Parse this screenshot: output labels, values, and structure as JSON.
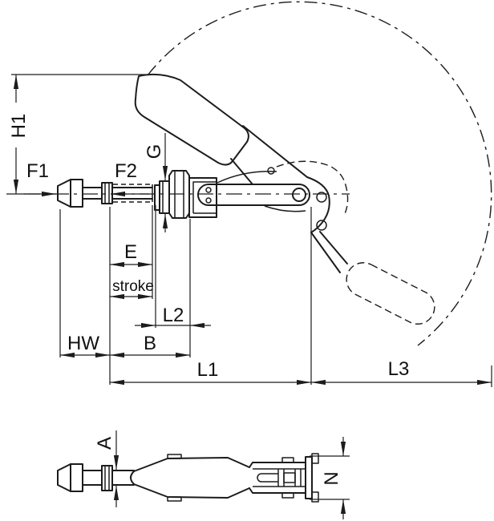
{
  "drawing": {
    "kind": "technical line drawing, push-pull toggle clamp, side view with handle swing arc and top view",
    "colors": {
      "line": "#1c1c1c",
      "background": "#ffffff",
      "text": "#111111"
    }
  },
  "dims": {
    "h1": "H1",
    "f1": "F1",
    "f2": "F2",
    "g": "G",
    "e": "E",
    "stroke": "stroke",
    "l2": "L2",
    "hw": "HW",
    "b": "B",
    "l1": "L1",
    "l3": "L3",
    "a": "A",
    "n": "N"
  }
}
